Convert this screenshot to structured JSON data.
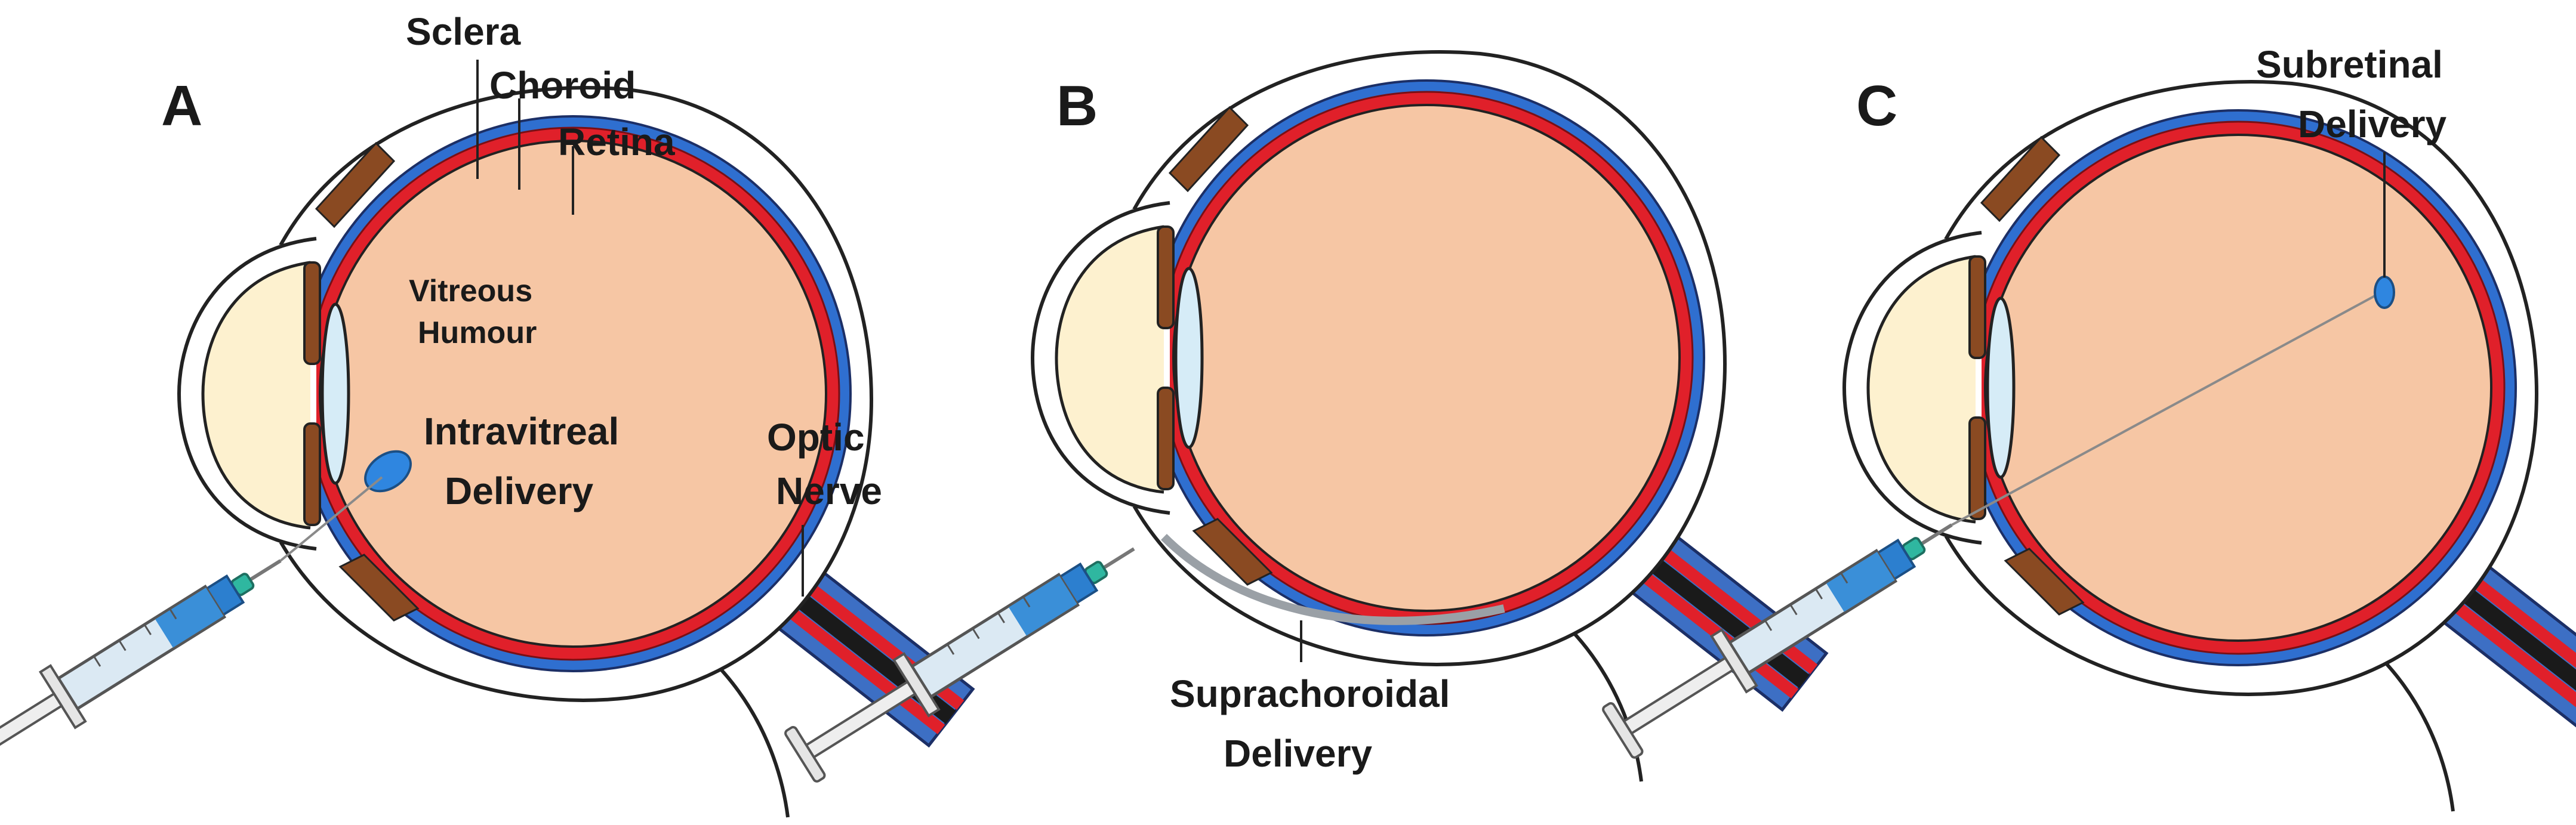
{
  "panels": [
    {
      "letter": "A",
      "labels": {
        "sclera": "Sclera",
        "choroid": "Choroid",
        "retina": "Retina",
        "vitreous_line1": "Vitreous",
        "vitreous_line2": "Humour",
        "optic_line1": "Optic",
        "optic_line2": "Nerve",
        "delivery_line1": "Intravitreal",
        "delivery_line2": "Delivery"
      }
    },
    {
      "letter": "B",
      "labels": {
        "delivery_line1": "Suprachoroidal",
        "delivery_line2": "Delivery"
      }
    },
    {
      "letter": "C",
      "labels": {
        "delivery_line1": "Subretinal",
        "delivery_line2": "Delivery"
      }
    }
  ],
  "colors": {
    "vitreous": "#f6c6a4",
    "retina": "#e0202a",
    "choroid": "#2f6fd0",
    "sclera": "#ffffff",
    "outline": "#222222",
    "muscle": "#8a4a22",
    "lens": "#d6ecf7",
    "cornea_fill": "#fdf1cf",
    "drug": "#2f86e0",
    "syringe_barrel": "#d8e8f2",
    "syringe_fluid": "#3a8fd8",
    "needle_hub": "#2fb7a0"
  }
}
